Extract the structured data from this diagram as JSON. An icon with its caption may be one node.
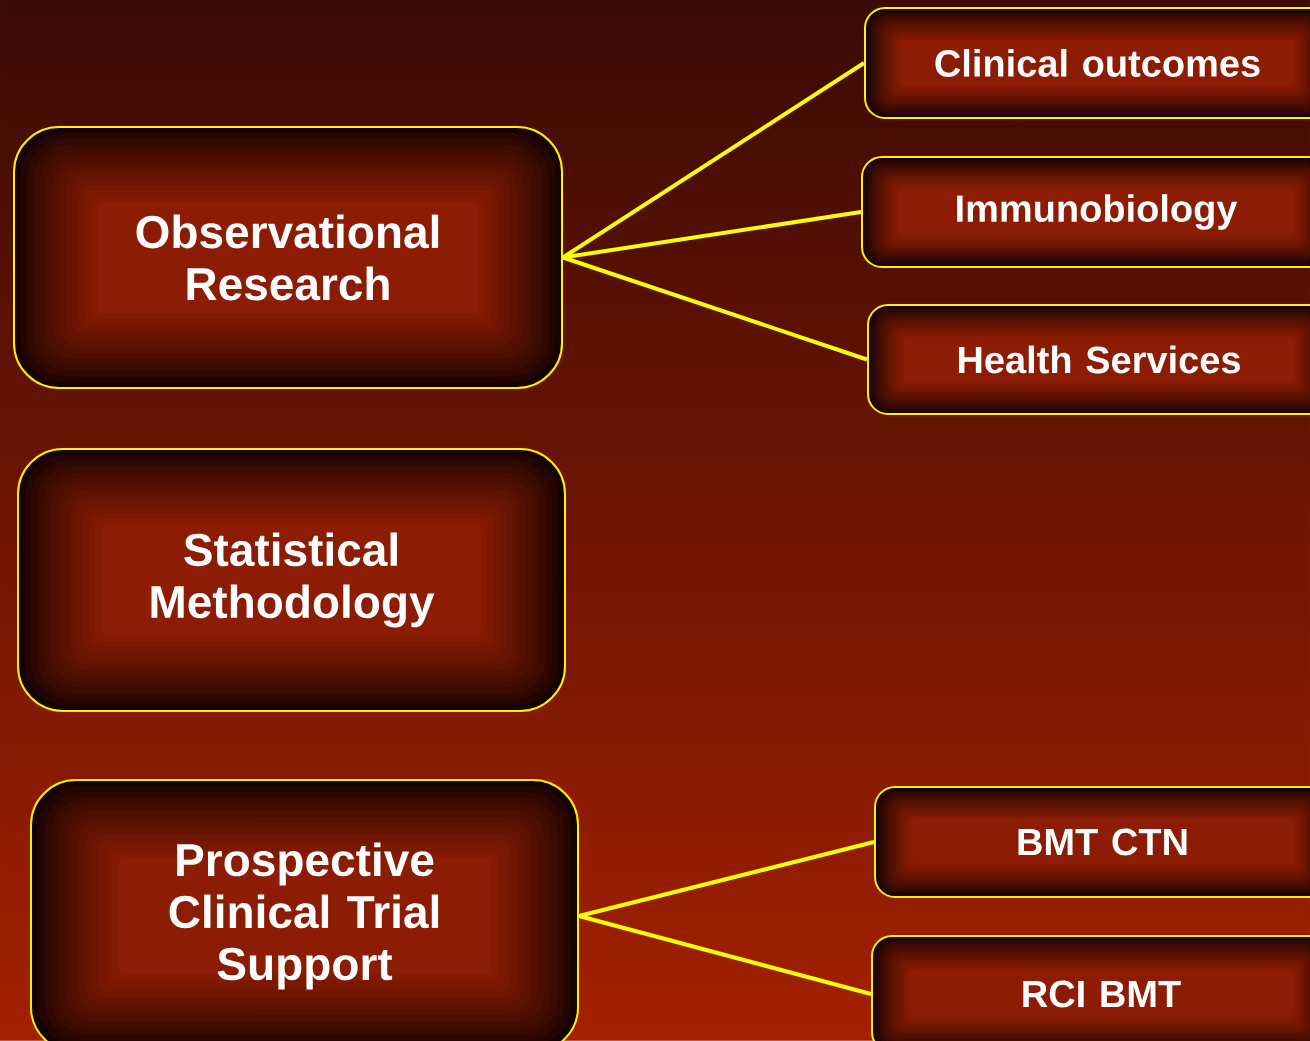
{
  "diagram": {
    "nodes": [
      {
        "text": [
          "Observational Research"
        ]
      },
      {
        "text": [
          "Clinical outcomes"
        ]
      },
      {
        "text": [
          "Immunobiology"
        ]
      },
      {
        "text": [
          "Health Services"
        ]
      },
      {
        "text": [
          "Statistical Methodology"
        ]
      },
      {
        "text": [
          "Prospective Clinical Trial Support"
        ]
      },
      {
        "text": [
          "BMT CTN"
        ]
      },
      {
        "text": [
          "RCI BMT"
        ]
      }
    ],
    "edges": [
      {
        "from": 0,
        "to": 1,
        "arrow": "none"
      },
      {
        "from": 0,
        "to": 2,
        "arrow": "none"
      },
      {
        "from": 0,
        "to": 3,
        "arrow": "none"
      },
      {
        "from": 5,
        "to": 6,
        "arrow": "none"
      },
      {
        "from": 5,
        "to": 7,
        "arrow": "none"
      }
    ]
  }
}
